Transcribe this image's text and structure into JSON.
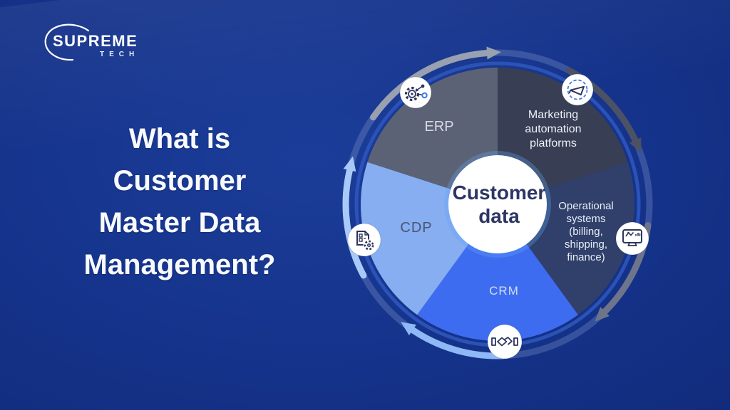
{
  "slide": {
    "logo": {
      "brand": "SUPREME",
      "sub": "TECH"
    },
    "headline": {
      "text": "What is Customer Master Data Management?",
      "lines": [
        "What is",
        "Customer",
        "Master Data",
        "Management?"
      ]
    },
    "diagram": {
      "center_label": "Customer data",
      "rotation": "clockwise",
      "segments": [
        {
          "id": "marketing",
          "label": "Marketing automation platforms",
          "color": "#383e53",
          "icon": "megaphone-burst-icon"
        },
        {
          "id": "operational",
          "label": "Operational systems (billing, shipping, finance)",
          "color": "#30406a",
          "icon": "monitor-chart-icon"
        },
        {
          "id": "crm",
          "label": "CRM",
          "color": "#3e6cf0",
          "icon": "handshake-icon"
        },
        {
          "id": "cdp",
          "label": "CDP",
          "color": "#86aef1",
          "icon": "document-gear-icon"
        },
        {
          "id": "erp",
          "label": "ERP",
          "color": "#5c6275",
          "icon": "gear-network-icon"
        }
      ],
      "arrows": {
        "top": {
          "color": "#99a0af"
        },
        "upper_right": {
          "color": "#4c5263"
        },
        "lower_right": {
          "color": "#6e758a"
        },
        "lower_left": {
          "color": "#8fb9f6"
        },
        "left": {
          "color": "#a9c9f8"
        }
      }
    },
    "colors": {
      "background": "#14338c",
      "accent_blue": "#3e6cf0",
      "light_blue": "#86aef1",
      "headline_text": "#f8fafe",
      "center_text": "#2d3565",
      "pie_ring": "#2d55bb"
    }
  }
}
